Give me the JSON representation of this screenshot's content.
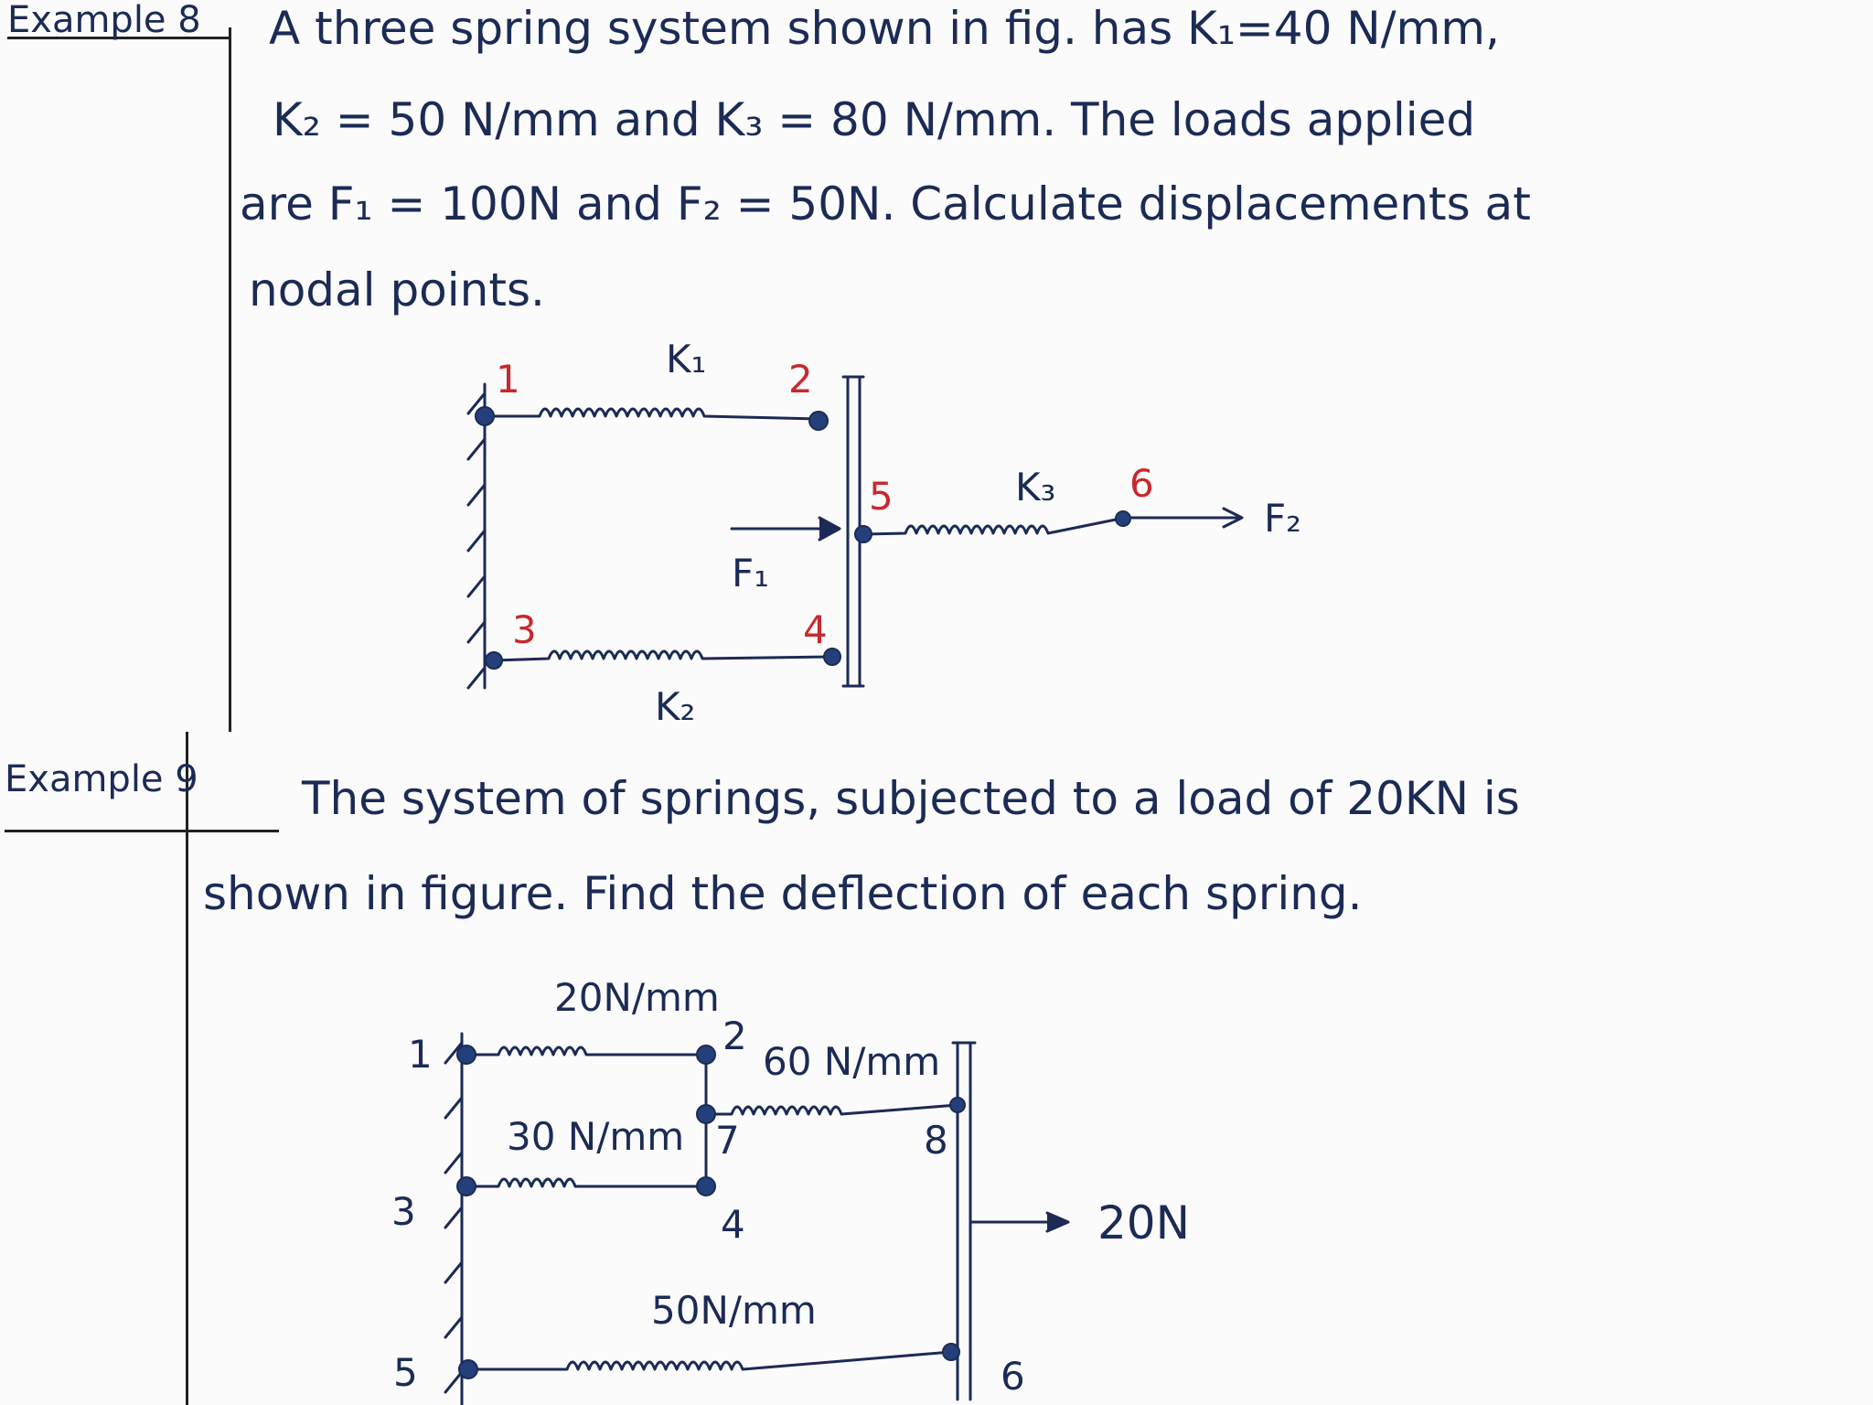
{
  "example8": {
    "heading": "Example 8",
    "lines": [
      "A three spring system shown in fig. has K₁=40 N/mm,",
      "K₂ = 50 N/mm  and  K₃ = 80 N/mm. The loads applied",
      "are F₁ = 100N  and  F₂ = 50N. Calculate displacements at",
      "nodal points."
    ],
    "figure": {
      "spring_labels": [
        "K₁",
        "K₂",
        "K₃"
      ],
      "node_labels": [
        "1",
        "2",
        "3",
        "4",
        "5",
        "6"
      ],
      "force_labels": [
        "F₁",
        "F₂"
      ]
    }
  },
  "example9": {
    "heading": "Example 9",
    "lines": [
      "The system of springs, subjected to a load of 20KN is",
      "shown in figure. Find the deflection of each spring."
    ],
    "figure": {
      "spring_labels": [
        "20N/mm",
        "60 N/mm",
        "30 N/mm",
        "50N/mm"
      ],
      "node_labels": [
        "1",
        "2",
        "3",
        "4",
        "5",
        "6",
        "7",
        "8"
      ],
      "force_label": "20N"
    }
  },
  "colors": {
    "ink": "#1c2b55",
    "node_label": "#c8292e",
    "node_fill": "#24407a"
  }
}
